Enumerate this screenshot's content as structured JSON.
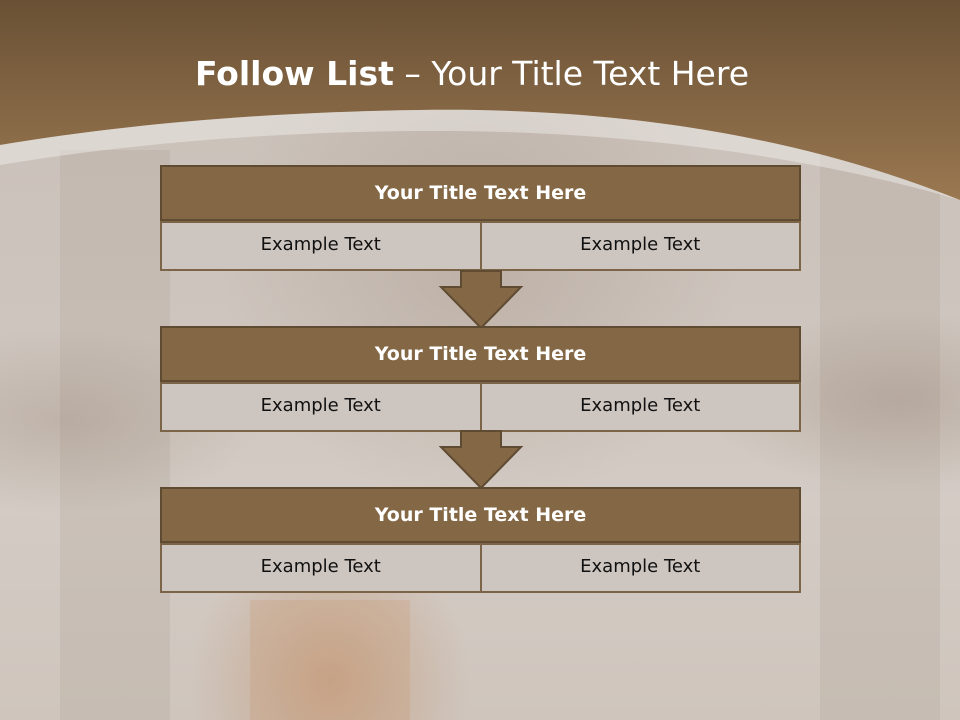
{
  "slide": {
    "title_bold": "Follow List",
    "title_rest": "– Your Title Text Here"
  },
  "blocks": [
    {
      "title": "Your Title Text Here",
      "left": "Example Text",
      "right": "Example Text"
    },
    {
      "title": "Your Title Text Here",
      "left": "Example Text",
      "right": "Example Text"
    },
    {
      "title": "Your Title Text Here",
      "left": "Example Text",
      "right": "Example Text"
    }
  ],
  "colors": {
    "band_top": "#6a5135",
    "band_bottom": "#9a7851",
    "block_header": "#846744",
    "cell_fill": "#cdc5bf",
    "arrow_fill": "#846744"
  }
}
